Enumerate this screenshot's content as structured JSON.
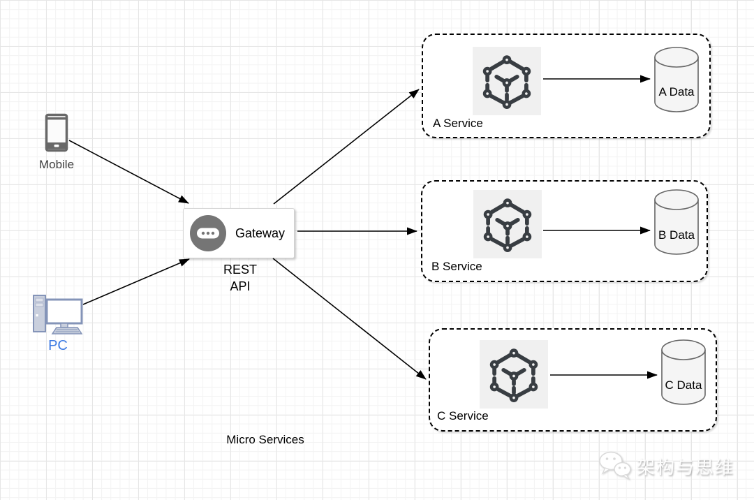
{
  "diagram": {
    "caption": "Micro Services",
    "clients": [
      {
        "label": "Mobile"
      },
      {
        "label": "PC"
      }
    ],
    "gateway": {
      "label": "Gateway",
      "protocol": "REST\nAPI"
    },
    "services": [
      {
        "label": "A Service",
        "data_label": "A Data"
      },
      {
        "label": "B Service",
        "data_label": "B Data"
      },
      {
        "label": "C Service",
        "data_label": "C Data"
      }
    ],
    "watermark": {
      "text": "架构与思维"
    },
    "colors": {
      "arrow": "#000000",
      "pc_label": "#3d7be3",
      "mobile_label": "#3f3f3f",
      "gateway_icon_bg": "#757575",
      "cube_stroke": "#383d42",
      "cube_tile_bg": "#f0f0f0",
      "cylinder_fill": "#f5f5f5",
      "cylinder_stroke": "#666666",
      "pc_icon_stroke": "#8494b8",
      "mobile_icon_stroke": "#686868"
    }
  }
}
